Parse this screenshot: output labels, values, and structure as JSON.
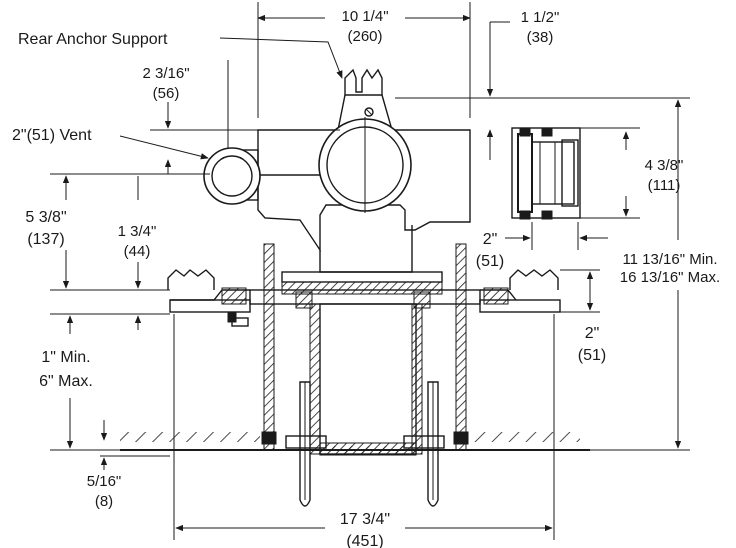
{
  "labels": {
    "rear_anchor_support": "Rear Anchor Support",
    "vent": "2\"(51) Vent"
  },
  "dimensions": {
    "top_width": {
      "imperial": "10 1/4\"",
      "metric": "(260)"
    },
    "top_right_offset": {
      "imperial": "1 1/2\"",
      "metric": "(38)"
    },
    "vent_offset": {
      "imperial": "2 3/16\"",
      "metric": "(56)"
    },
    "side_fitting_height": {
      "imperial": "4 3/8\"",
      "metric": "(111)"
    },
    "left_height": {
      "imperial": "5 3/8\"",
      "metric": "(137)"
    },
    "flange_drop": {
      "imperial": "1 3/4\"",
      "metric": "(44)"
    },
    "side_fitting_gap": {
      "imperial": "2\"",
      "metric": "(51)"
    },
    "overall_height": {
      "min": "11 13/16\" Min.",
      "max": "16 13/16\" Max."
    },
    "right_flange": {
      "imperial": "2\"",
      "metric": "(51)"
    },
    "adjust_range": {
      "min": "1\" Min.",
      "max": "6\" Max."
    },
    "floor_gap": {
      "imperial": "5/16\"",
      "metric": "(8)"
    },
    "overall_width": {
      "imperial": "17 3/4\"",
      "metric": "(451)"
    }
  },
  "colors": {
    "ink": "#1a1a1a",
    "background": "#ffffff"
  }
}
